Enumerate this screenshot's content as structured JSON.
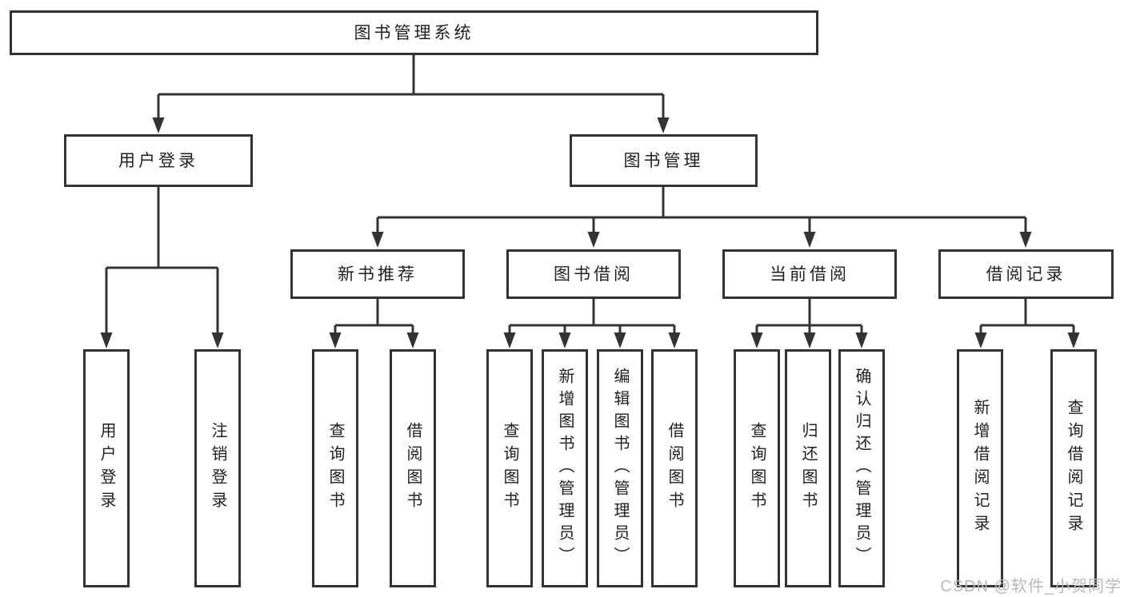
{
  "diagram": {
    "title": "图书管理系统",
    "type": "hierarchy-tree",
    "colors": {
      "background": "#ffffff",
      "line": "#333333",
      "box_border": "#333333",
      "box_fill": "#ffffff",
      "text": "#1f1f1f",
      "watermark": "#b8b8b8"
    },
    "watermark": {
      "text": "CSDN @软件_小贺同学"
    },
    "hierarchy": {
      "label": "图书管理系统",
      "children": [
        {
          "label": "用户登录",
          "children": [
            {
              "label": "用户登录"
            },
            {
              "label": "注销登录"
            }
          ]
        },
        {
          "label": "图书管理",
          "children": [
            {
              "label": "新书推荐",
              "children": [
                {
                  "label": "查询图书"
                },
                {
                  "label": "借阅图书"
                }
              ]
            },
            {
              "label": "图书借阅",
              "children": [
                {
                  "label": "查询图书"
                },
                {
                  "label": "新增图书（管理员）"
                },
                {
                  "label": "编辑图书（管理员）"
                },
                {
                  "label": "借阅图书"
                }
              ]
            },
            {
              "label": "当前借阅",
              "children": [
                {
                  "label": "查询图书"
                },
                {
                  "label": "归还图书"
                },
                {
                  "label": "确认归还（管理员）"
                }
              ]
            },
            {
              "label": "借阅记录",
              "children": [
                {
                  "label": "新增借阅记录"
                },
                {
                  "label": "查询借阅记录"
                }
              ]
            }
          ]
        }
      ]
    }
  }
}
